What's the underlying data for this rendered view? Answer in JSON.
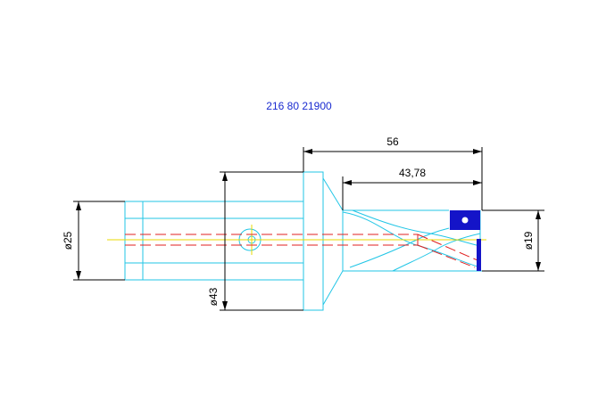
{
  "title": {
    "part_number": "216 80 21900"
  },
  "dimensions": {
    "overall_length": "56",
    "drill_length": "43,78",
    "shank_diameter": "ø25",
    "flange_diameter": "ø43",
    "drill_diameter": "ø19"
  },
  "colors": {
    "outline": "#22c6e6",
    "center_line": "#e8d800",
    "hidden_line": "#e02020",
    "dimension_line": "#000000",
    "insert": "#1414c8",
    "part_number_text": "#1a2bd0"
  }
}
